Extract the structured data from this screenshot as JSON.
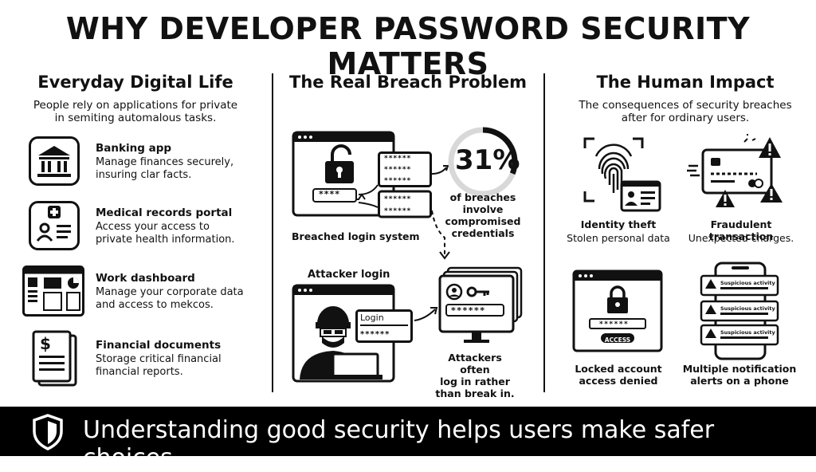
{
  "title": "WHY DEVELOPER PASSWORD SECURITY MATTERS",
  "columns": [
    {
      "title": "Everyday Digital Life",
      "subtitle_lines": [
        "People rely on applications for private",
        "in semiting automalous tasks."
      ],
      "items": [
        {
          "title": "Banking app",
          "desc_lines": [
            "Manage finances securely,",
            "insuring clar facts."
          ],
          "icon": "bank-icon"
        },
        {
          "title": "Medical records portal",
          "desc_lines": [
            "Access your access to",
            "private health information."
          ],
          "icon": "medical-id-icon"
        },
        {
          "title": "Work dashboard",
          "desc_lines": [
            "Manage your corporate data",
            "and access to mekcos."
          ],
          "icon": "dashboard-icon"
        },
        {
          "title": "Financial documents",
          "desc_lines": [
            "Storage critical financial",
            "financial reports."
          ],
          "icon": "dollar-document-icon"
        }
      ]
    },
    {
      "title": "The Real Breach Problem",
      "breach_label": "Breached login system",
      "stat_value": "31%",
      "stat_fraction": 0.31,
      "stat_lines": [
        "of breaches",
        "involve",
        "compromised",
        "credentials"
      ],
      "masked_short": "****",
      "masked_long": "******",
      "attacker_label": "Attacker login",
      "login_word": "Login",
      "attack_lines": [
        "Attackers often",
        "log in rather",
        "than break in."
      ]
    },
    {
      "title": "The Human Impact",
      "subtitle_lines": [
        "The consequences of security breaches",
        "after for ordinary users."
      ],
      "impacts": [
        {
          "title": "Identity theft",
          "desc": "Stolen personal data",
          "icon": "fingerprint-icon"
        },
        {
          "title": "Fraudulent transaction",
          "desc": "Unexpected charges.",
          "icon": "credit-card-warning-icon"
        },
        {
          "title": "Locked account",
          "desc": "access denied",
          "icon": "locked-screen-icon"
        },
        {
          "title": "Multiple notification",
          "desc": "alerts on a phone",
          "icon": "phone-alerts-icon"
        }
      ],
      "access_button": "ACCESS",
      "alert_text": "Suspicious activity"
    }
  ],
  "footer": {
    "text": "Understanding good security helps users make safer choices.",
    "icon": "shield-icon"
  }
}
